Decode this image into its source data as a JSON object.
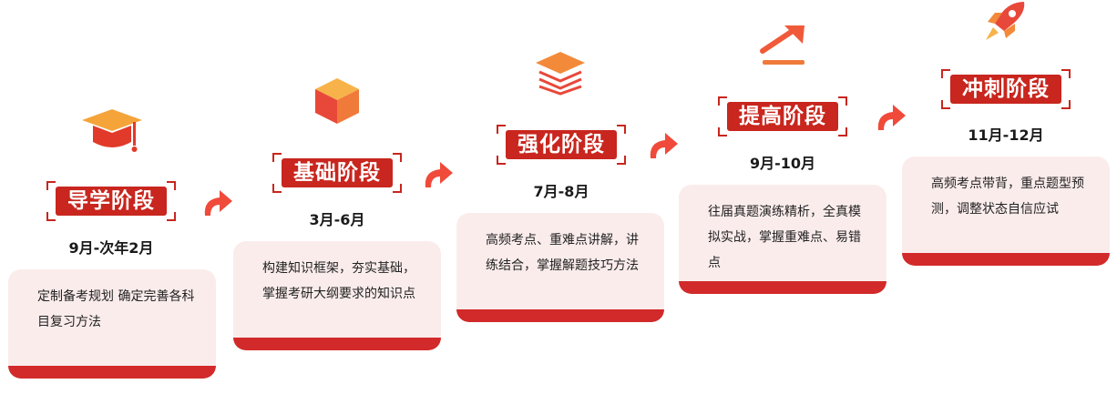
{
  "stages": [
    {
      "title": "导学阶段",
      "date": "9月-次年2月",
      "desc": "定制备考规划 确定完善各科目复习方法",
      "icon": "graduation-cap-icon"
    },
    {
      "title": "基础阶段",
      "date": "3月-6月",
      "desc": "构建知识框架，夯实基础，掌握考研大纲要求的知识点",
      "icon": "cube-icon"
    },
    {
      "title": "强化阶段",
      "date": "7月-8月",
      "desc": "高频考点、重难点讲解，讲练结合，掌握解题技巧方法",
      "icon": "stacked-layers-icon"
    },
    {
      "title": "提高阶段",
      "date": "9月-10月",
      "desc": "往届真题演练精析，全真模拟实战，掌握重难点、易错点",
      "icon": "rising-arrow-icon"
    },
    {
      "title": "冲刺阶段",
      "date": "11月-12月",
      "desc": "高频考点带背，重点题型预测，调整状态自信应试",
      "icon": "rocket-icon"
    }
  ],
  "colors": {
    "accent": "#c8261e",
    "card_bg": "#fbecec",
    "card_bottom": "#d22a2a",
    "arrow": "#f04a3a"
  }
}
